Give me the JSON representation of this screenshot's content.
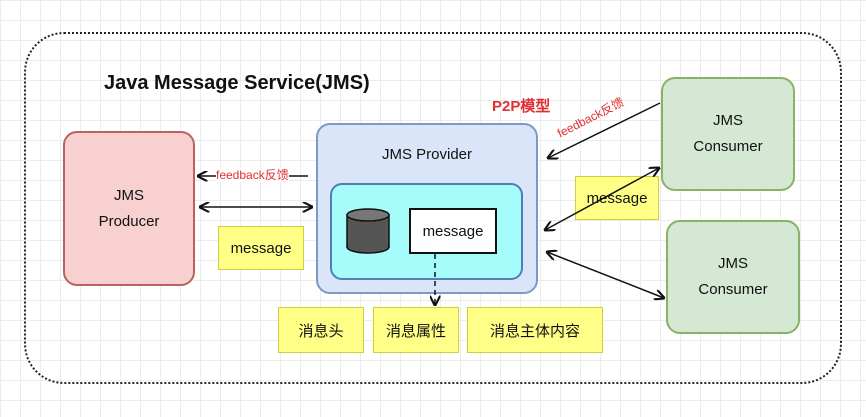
{
  "title": "Java Message Service(JMS)",
  "model_label": "P2P模型",
  "producer": {
    "line1": "JMS",
    "line2": "Producer"
  },
  "provider": {
    "label": "JMS Provider",
    "inner_message": "message"
  },
  "consumers": [
    {
      "line1": "JMS",
      "line2": "Consumer"
    },
    {
      "line1": "JMS",
      "line2": "Consumer"
    }
  ],
  "messages": {
    "left": "message",
    "right": "message"
  },
  "feedback": {
    "left": "feedback反馈",
    "right": "feedback反馈"
  },
  "message_parts": [
    "消息头",
    "消息属性",
    "消息主体内容"
  ],
  "icons": {
    "storage": "database-icon"
  }
}
